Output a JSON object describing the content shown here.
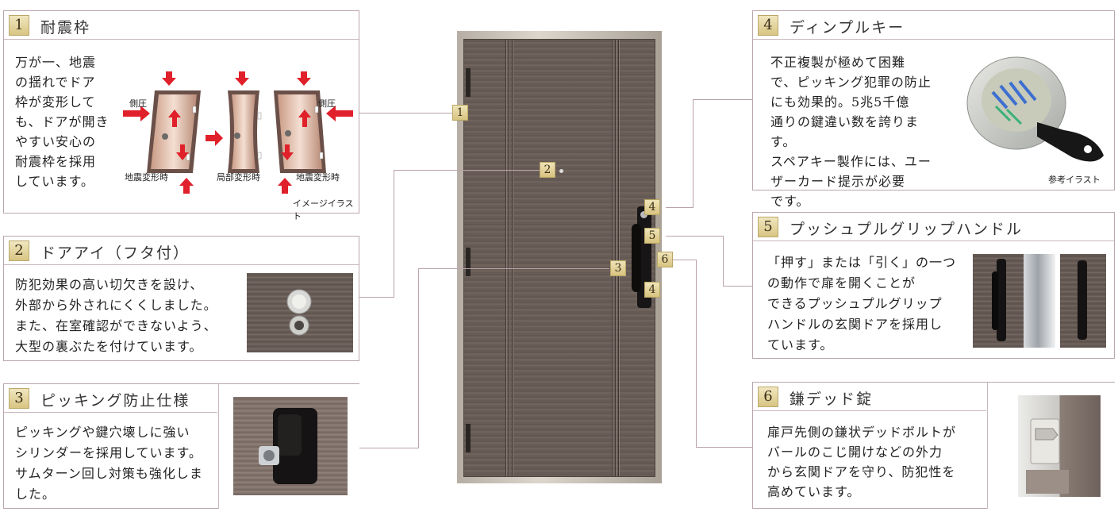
{
  "panels": [
    {
      "number": "1",
      "title": "耐震枠",
      "text_lines": [
        "万が一、地震",
        "の揺れでドア",
        "枠が変形して",
        "も、ドアが開き",
        "やすい安心の",
        "耐震枠を採用",
        "しています。"
      ],
      "diagram_labels": {
        "side_pressure_left": "側圧",
        "side_pressure_right": "側圧",
        "quake_deform_left": "地震変形時",
        "local_deform": "局部変形時",
        "quake_deform_right": "地震変形時"
      },
      "caption": "イメージイラスト"
    },
    {
      "number": "2",
      "title": "ドアアイ（フタ付）",
      "text_lines": [
        "防犯効果の高い切欠きを設け、",
        "外部から外されにくくしました。",
        "また、在室確認ができないよう、",
        "大型の裏ぶたを付けています。"
      ]
    },
    {
      "number": "3",
      "title": "ピッキング防止仕様",
      "text_lines": [
        "ピッキングや鍵穴壊しに強い",
        "シリンダーを採用しています。",
        "サムターン回し対策も強化しま",
        "した。"
      ]
    },
    {
      "number": "4",
      "title": "ディンプルキー",
      "text_lines": [
        "不正複製が極めて困難",
        "で、ピッキング犯罪の防止",
        "にも効果的。5兆5千億",
        "通りの鍵違い数を誇ります。",
        "スペアキー製作には、ユー",
        "ザーカード提示が必要",
        "です。"
      ],
      "caption": "参考イラスト"
    },
    {
      "number": "5",
      "title": "プッシュプルグリップハンドル",
      "text_lines": [
        "「押す」または「引く」の一つ",
        "の動作で扉を開くことが",
        "できるプッシュプルグリップ",
        "ハンドルの玄関ドアを採用し",
        "ています。"
      ]
    },
    {
      "number": "6",
      "title": "鎌デッド錠",
      "text_lines": [
        "扉戸先側の鎌状デッドボルトが",
        "バールのこじ開けなどの外力",
        "から玄関ドアを守り、防犯性を",
        "高めています。"
      ]
    }
  ],
  "markers": [
    "1",
    "2",
    "3",
    "4",
    "5",
    "6",
    "4"
  ],
  "colors": {
    "badge_gold": "#d9c583",
    "border_mauve": "#b9a6ad",
    "door_brown": "#6b5f59",
    "arrow_red": "#e0202a"
  }
}
